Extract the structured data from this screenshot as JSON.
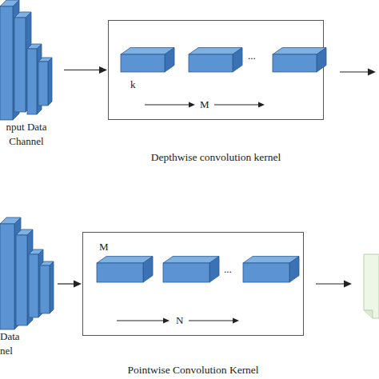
{
  "diagram": {
    "nodes": [
      {
        "text": [
          "nput Data Channel"
        ]
      },
      {
        "text": [
          "Depthwise convolution kernel"
        ]
      },
      {
        "text": [
          "Data nel"
        ]
      },
      {
        "text": [
          "Pointwise Convolution Kernel"
        ]
      }
    ],
    "edges": [
      {
        "from": 0,
        "to": 1,
        "arrow": "to"
      },
      {
        "from": 2,
        "to": 3,
        "arrow": "to"
      }
    ],
    "labels": [
      "k",
      "...",
      "M",
      "M",
      "...",
      "N"
    ]
  }
}
